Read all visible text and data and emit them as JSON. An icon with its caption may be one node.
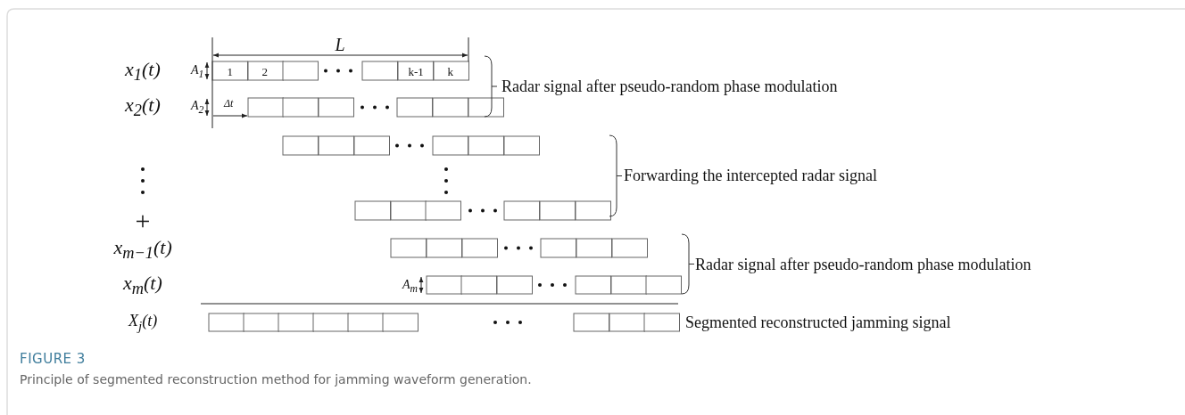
{
  "diagram": {
    "title": "FIGURE 3",
    "caption": "Principle of segmented reconstruction method for jamming waveform generation.",
    "labels": [
      "L",
      "x$_{1}$(t)",
      "A$_{1}$",
      "1",
      "2",
      "k-1",
      "k",
      "Radar signal after pseudo-random phase modulation",
      "x$_{2}$(t)",
      "A$_{2}$",
      "Δt",
      "Forwarding the intercepted radar signal",
      "+",
      "x$_{m−1}$(t)",
      "Radar signal after pseudo-random phase modulation",
      "x$_{m}$(t)",
      "A$_{m}$",
      "X$_{j}$(t)",
      "Segmented reconstructed jamming signal"
    ]
  }
}
